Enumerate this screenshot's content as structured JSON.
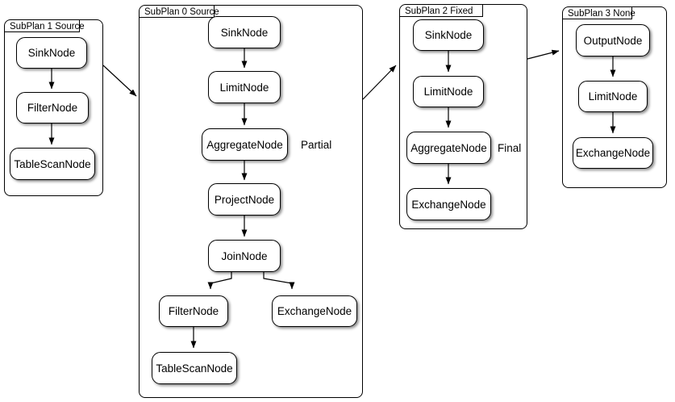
{
  "colors": {
    "background": "#ffffff",
    "stroke": "#000000",
    "node_fill": "#ffffff"
  },
  "subplans": [
    {
      "title": "SubPlan 1 Source",
      "annotation": "",
      "nodes": [
        {
          "label": "SinkNode"
        },
        {
          "label": "FilterNode"
        },
        {
          "label": "TableScanNode"
        }
      ]
    },
    {
      "title": "SubPlan 0 Source",
      "annotation": "Partial",
      "nodes": [
        {
          "label": "SinkNode"
        },
        {
          "label": "LimitNode"
        },
        {
          "label": "AggregateNode"
        },
        {
          "label": "ProjectNode"
        },
        {
          "label": "JoinNode"
        },
        {
          "label": "FilterNode"
        },
        {
          "label": "ExchangeNode"
        },
        {
          "label": "TableScanNode"
        }
      ]
    },
    {
      "title": "SubPlan 2 Fixed",
      "annotation": "Final",
      "nodes": [
        {
          "label": "SinkNode"
        },
        {
          "label": "LimitNode"
        },
        {
          "label": "AggregateNode"
        },
        {
          "label": "ExchangeNode"
        }
      ]
    },
    {
      "title": "SubPlan 3 None",
      "annotation": "",
      "nodes": [
        {
          "label": "OutputNode"
        },
        {
          "label": "LimitNode"
        },
        {
          "label": "ExchangeNode"
        }
      ]
    }
  ],
  "node_edges": [
    {
      "from": "SubPlan1.SinkNode",
      "to": "SubPlan1.FilterNode"
    },
    {
      "from": "SubPlan1.FilterNode",
      "to": "SubPlan1.TableScanNode"
    },
    {
      "from": "SubPlan0.SinkNode",
      "to": "SubPlan0.LimitNode"
    },
    {
      "from": "SubPlan0.LimitNode",
      "to": "SubPlan0.AggregateNode"
    },
    {
      "from": "SubPlan0.AggregateNode",
      "to": "SubPlan0.ProjectNode"
    },
    {
      "from": "SubPlan0.ProjectNode",
      "to": "SubPlan0.JoinNode"
    },
    {
      "from": "SubPlan0.JoinNode",
      "to": "SubPlan0.FilterNode"
    },
    {
      "from": "SubPlan0.JoinNode",
      "to": "SubPlan0.ExchangeNode"
    },
    {
      "from": "SubPlan0.FilterNode",
      "to": "SubPlan0.TableScanNode"
    },
    {
      "from": "SubPlan2.SinkNode",
      "to": "SubPlan2.LimitNode"
    },
    {
      "from": "SubPlan2.LimitNode",
      "to": "SubPlan2.AggregateNode"
    },
    {
      "from": "SubPlan2.AggregateNode",
      "to": "SubPlan2.ExchangeNode"
    },
    {
      "from": "SubPlan3.OutputNode",
      "to": "SubPlan3.LimitNode"
    },
    {
      "from": "SubPlan3.LimitNode",
      "to": "SubPlan3.ExchangeNode"
    }
  ],
  "subplan_edges": [
    {
      "from": "SubPlan 1 Source",
      "to": "SubPlan 0 Source"
    },
    {
      "from": "SubPlan 0 Source",
      "to": "SubPlan 2 Fixed"
    },
    {
      "from": "SubPlan 2 Fixed",
      "to": "SubPlan 3 None"
    }
  ]
}
